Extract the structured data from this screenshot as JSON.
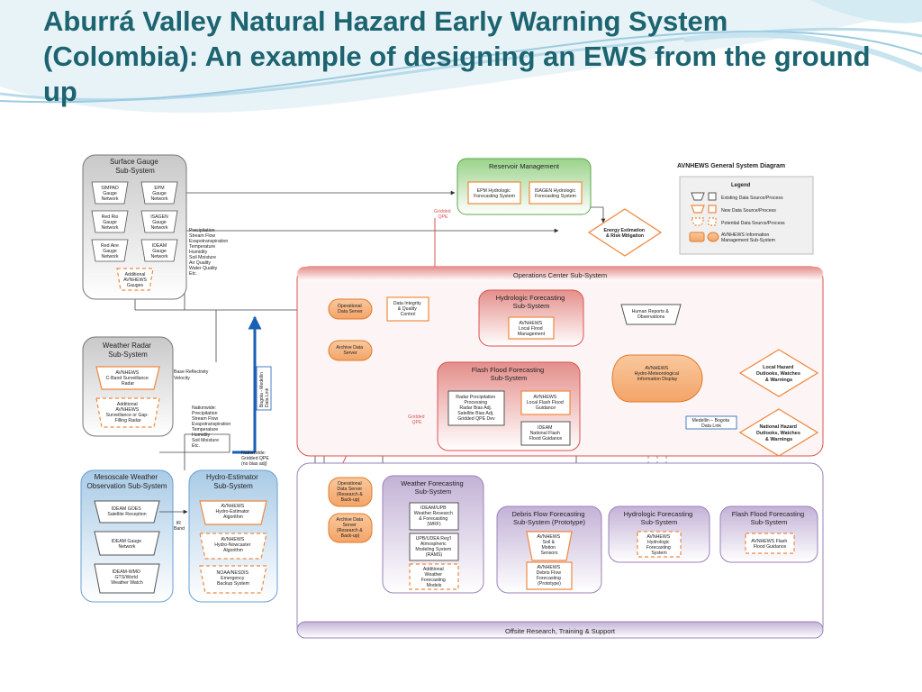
{
  "slide": {
    "title": "Aburrá Valley Natural Hazard Early Warning System (Colombia): An example of designing an EWS from the ground up"
  },
  "diagram": {
    "surface_gauge": {
      "title": [
        "Surface Gauge",
        "Sub-System"
      ],
      "gauges": [
        [
          "SIMPAD",
          "Gauge",
          "Network"
        ],
        [
          "EPM",
          "Gauge",
          "Network"
        ],
        [
          "Red Rio",
          "Gauge",
          "Network"
        ],
        [
          "ISAGEN",
          "Gauge",
          "Network"
        ],
        [
          "Red Aire",
          "Gauge",
          "Network"
        ],
        [
          "IDEAM",
          "Gauge",
          "Network"
        ],
        [
          "Additional",
          "AVNHEWS",
          "Gauges"
        ]
      ],
      "variables": [
        "Precipitation",
        "Stream Flow",
        "Evapotranspiration",
        "Temperature",
        "Humidity",
        "Soil Moisture",
        "Air Quality",
        "Water Quality",
        "Etc."
      ]
    },
    "weather_radar": {
      "title": [
        "Weather Radar",
        "Sub-System"
      ],
      "radar1": [
        "AVNHEWS",
        "C-Band Surveillance",
        "Radar"
      ],
      "radar2": [
        "Additional",
        "AVNHEWS",
        "Surveillance or Gap-",
        "Filling Radar"
      ],
      "variables": [
        "Base Reflectivity",
        "Velocity"
      ]
    },
    "nationwide_vars": [
      "Nationwide:",
      "Precipitation",
      "Stream Flow",
      "Evapotranspiration",
      "Temperature",
      "Humidity",
      "Soil Moisture",
      "Etc."
    ],
    "nationwide_qpe": [
      "Nationwide:",
      "Gridded QPE",
      "(no bias adj)"
    ],
    "bogota_link": [
      "Bogota - Medellin",
      "Data Link"
    ],
    "mesoscale": {
      "title": [
        "Mesoscale Weather",
        "Observation Sub-System"
      ],
      "items": [
        [
          "IDEAM GOES",
          "Satellite Reception"
        ],
        [
          "IDEAM Gauge",
          "Network"
        ],
        [
          "IDEAM-WMO",
          "GTS/World",
          "Weather Watch"
        ]
      ],
      "ir_band": [
        "IR",
        "Band"
      ]
    },
    "hydro_estimator": {
      "title": [
        "Hydro-Estimator",
        "Sub-System"
      ],
      "items": [
        [
          "AVNHEWS",
          "Hydro-Estimator",
          "Algorithm"
        ],
        [
          "AVNHEWS",
          "Hydro-Nowcaster",
          "Algorithm"
        ],
        [
          "NOAA/NESDIS",
          "Emergency",
          "Backup System"
        ]
      ]
    },
    "reservoir": {
      "title": "Reservoir Management",
      "items": [
        [
          "EPM Hydrologic",
          "Forecasting System"
        ],
        [
          "ISAGEN Hydrologic",
          "Forecasting System"
        ]
      ],
      "gridded_qpe": [
        "Gridded",
        "QPE"
      ],
      "energy": [
        "Energy Estimation",
        "& Risk Mitigation"
      ]
    },
    "legend": {
      "title": "AVNHEWS General System Diagram",
      "heading": "Legend",
      "items": [
        "Existing Data Source/Process",
        "New Data Source/Process",
        "Potential Data Source/Process",
        "AVNHEWS Information",
        "Management Sub-System"
      ]
    },
    "ops_center": {
      "title": "Operations Center Sub-System",
      "operational_server": [
        "Operational",
        "Data Server"
      ],
      "archive_server": [
        "Archive Data",
        "Server"
      ],
      "integrity": [
        "Data Integrity",
        "& Quality",
        "Control"
      ],
      "hydrologic_fc": {
        "title": [
          "Hydrologic Forecasting",
          "Sub-System"
        ],
        "item": [
          "AVNHEWS",
          "Local Flood",
          "Management"
        ]
      },
      "flash_flood_fc": {
        "title": [
          "Flash Flood Forecasting",
          "Sub-System"
        ],
        "radar_proc": [
          "Radar Precipitation",
          "Processing",
          "Radar Bias Adj.",
          "Satellite Bias Adj.",
          "Gridded QPE Dev"
        ],
        "guidance1": [
          "AVNHEWS",
          "Local Flash Flood",
          "Guidance"
        ],
        "guidance2": [
          "IDEAM",
          "National Flash",
          "Flood Guidance"
        ]
      },
      "gridded_qpe": [
        "Gridded",
        "QPE"
      ],
      "human_reports": [
        "Human Reports &",
        "Observations"
      ],
      "display": [
        "AVNHEWS",
        "Hydro-Meteorological",
        "Information Display"
      ],
      "local_outlooks": [
        "Local Hazard",
        "Outlooks, Watches",
        "& Warnings"
      ],
      "national_outlooks": [
        "National Hazard",
        "Outlooks, Watches",
        "& Warnings"
      ],
      "medellin_link": [
        "Medellin – Bogota",
        "Data Link"
      ]
    },
    "offsite": {
      "title": "Offsite Research, Training & Support",
      "op_server": [
        "Operational",
        "Data Server",
        "(Research &",
        "Back-up)"
      ],
      "archive_server": [
        "Archive Data",
        "Server",
        "(Research &",
        "Back-up)"
      ],
      "weather_fc": {
        "title": [
          "Weather Forecasting",
          "Sub-System"
        ],
        "items": [
          [
            "IDEAM/UPB",
            "Weather Research",
            "& Forecasting",
            "(WRF)"
          ],
          [
            "UPB/UDEA Reg'l",
            "Atmospheric",
            "Modeling System",
            "(RAMS)"
          ],
          [
            "Additional",
            "Weather",
            "Forecasting",
            "Models"
          ]
        ]
      },
      "debris": {
        "title": [
          "Debris Flow Forecasting",
          "Sub-System (Prototype)"
        ],
        "items": [
          [
            "AVNHEWS",
            "Soil &",
            "Motion",
            "Sensors"
          ],
          [
            "AVNHEWS",
            "Debris Flow",
            "Forecasting",
            "(Prototype)"
          ]
        ]
      },
      "hydrologic": {
        "title": [
          "Hydrologic Forecasting",
          "Sub-System"
        ],
        "item": [
          "AVNHEWS",
          "Hydrologic",
          "Forecasting",
          "System"
        ]
      },
      "flash": {
        "title": [
          "Flash Flood Forecasting",
          "Sub-System"
        ],
        "item": [
          "AVNHEWS Flash",
          "Flood Guidance"
        ]
      }
    }
  }
}
